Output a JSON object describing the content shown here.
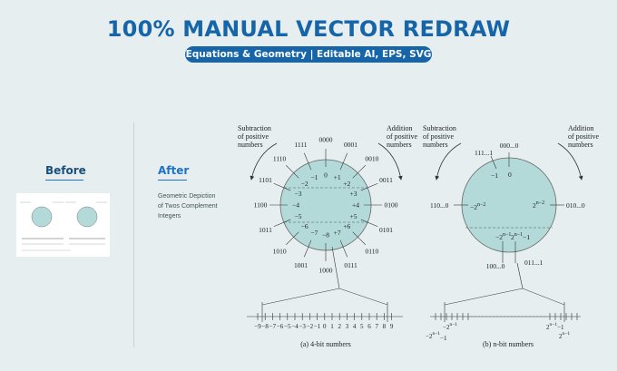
{
  "header": {
    "title": "100% MANUAL VECTOR REDRAW",
    "subtitle": "Equations & Geometry | Editable AI, EPS, SVG"
  },
  "before": {
    "label": "Before"
  },
  "after": {
    "label": "After",
    "description": "Geometric Depiction of Twos Complement Integers"
  },
  "figure_a": {
    "subtraction_label_1": "Subtraction",
    "subtraction_label_2": "of positive",
    "subtraction_label_3": "numbers",
    "addition_label_1": "Addition",
    "addition_label_2": "of positive",
    "addition_label_3": "numbers",
    "bit_patterns": [
      "0000",
      "0001",
      "0010",
      "0011",
      "0100",
      "0101",
      "0110",
      "0111",
      "1000",
      "1001",
      "1010",
      "1011",
      "1100",
      "1101",
      "1110",
      "1111"
    ],
    "values": [
      "0",
      "+1",
      "+2",
      "+3",
      "+4",
      "+5",
      "+6",
      "+7",
      "−8",
      "−7",
      "−6",
      "−5",
      "−4",
      "−3",
      "−2",
      "−1"
    ],
    "number_line": [
      "−9",
      "−8",
      "−7",
      "−6",
      "−5",
      "−4",
      "−3",
      "−2",
      "−1",
      "0",
      "1",
      "2",
      "3",
      "4",
      "5",
      "6",
      "7",
      "8",
      "9"
    ],
    "caption": "(a) 4-bit numbers"
  },
  "figure_b": {
    "subtraction_label_1": "Subtraction",
    "subtraction_label_2": "of positive",
    "subtraction_label_3": "numbers",
    "addition_label_1": "Addition",
    "addition_label_2": "of positive",
    "addition_label_3": "numbers",
    "top_pattern": "000...0",
    "upper_left_pattern": "111...1",
    "left_pattern": "110...0",
    "right_pattern": "010...0",
    "bottom_left_pattern": "100...0",
    "bottom_right_pattern": "011...1",
    "val_zero": "0",
    "val_minus_one": "−1",
    "val_left_base": "−2",
    "val_left_exp": "n−2",
    "val_right_base": "2",
    "val_right_exp": "n−2",
    "val_bottom_left_base": "−2",
    "val_bottom_left_exp": "n−1",
    "val_bottom_right_base": "2",
    "val_bottom_right_exp": "n−1",
    "val_bottom_right_suffix": "−1",
    "line_left_top_base": "−2",
    "line_left_top_exp": "n−1",
    "line_left_bot_base": "−2",
    "line_left_bot_exp": "n−1",
    "line_left_bot_suffix": "−1",
    "line_right_top_base": "2",
    "line_right_top_exp": "n−1",
    "line_right_top_suffix": "−1",
    "line_right_bot_base": "2",
    "line_right_bot_exp": "n−1",
    "caption": "(b) n-bit numbers"
  },
  "colors": {
    "brand": "#1565a8",
    "accent": "#1e72c8",
    "circle_fill": "#b3d9d9"
  }
}
